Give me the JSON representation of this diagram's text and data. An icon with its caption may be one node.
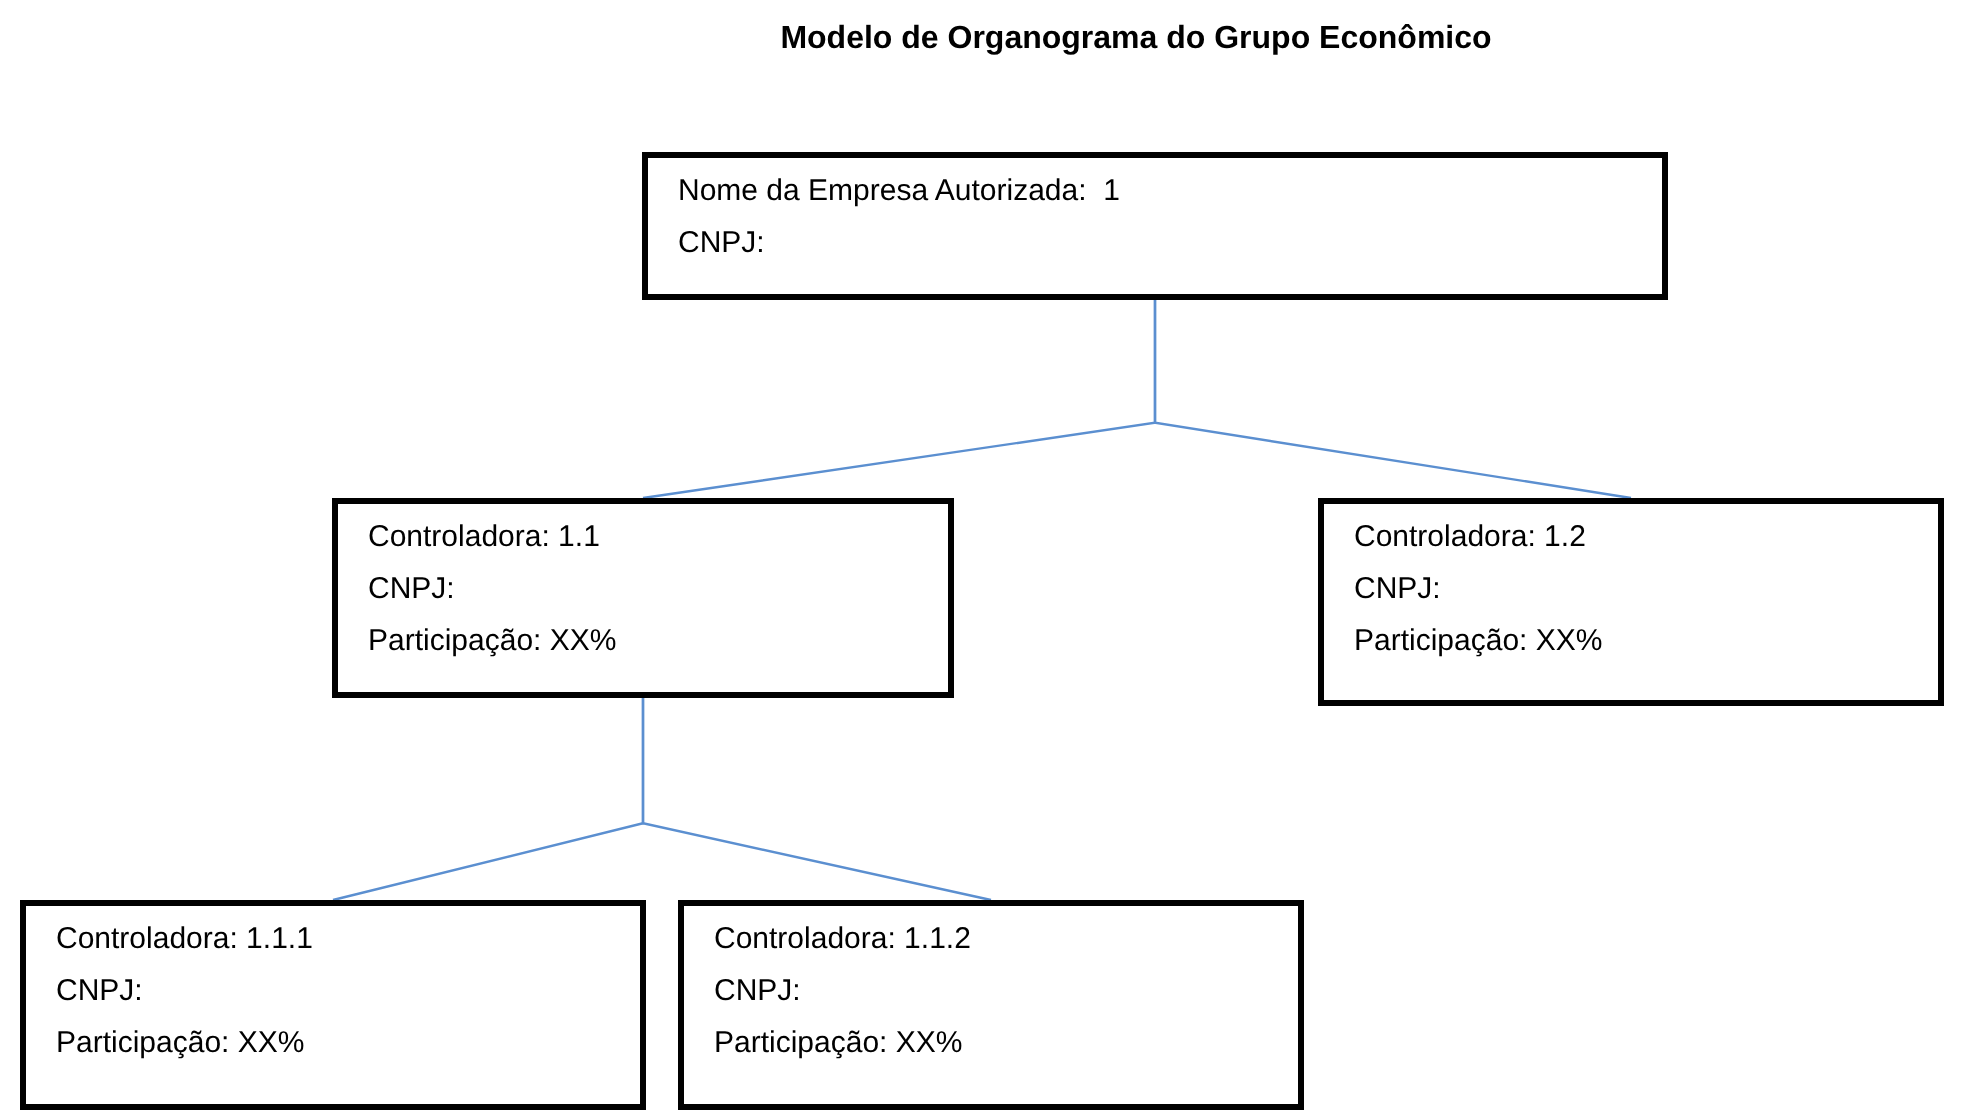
{
  "diagram": {
    "title": "Modelo de Organograma do Grupo Econômico",
    "nodes": [
      {
        "text": [
          "Nome da Empresa Autorizada:  1",
          "CNPJ:"
        ]
      },
      {
        "text": [
          "Controladora: 1.1",
          "CNPJ:",
          "Participação: XX%"
        ]
      },
      {
        "text": [
          "Controladora: 1.2",
          "CNPJ:",
          "Participação: XX%"
        ]
      },
      {
        "text": [
          "Controladora: 1.1.1",
          "CNPJ:",
          "Participação: XX%"
        ]
      },
      {
        "text": [
          "Controladora: 1.1.2",
          "CNPJ:",
          "Participação: XX%"
        ]
      }
    ],
    "edges": [
      {
        "from": 0,
        "to": 1,
        "arrow": "none"
      },
      {
        "from": 0,
        "to": 2,
        "arrow": "none"
      },
      {
        "from": 1,
        "to": 3,
        "arrow": "none"
      },
      {
        "from": 1,
        "to": 4,
        "arrow": "none"
      }
    ]
  }
}
